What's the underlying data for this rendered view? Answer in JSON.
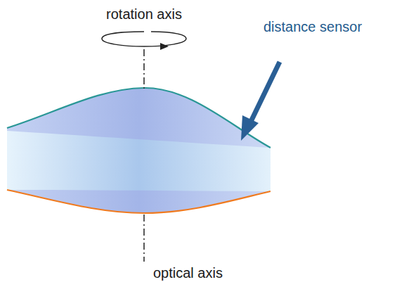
{
  "diagram": {
    "labels": [
      "rotation axis",
      "distance sensor",
      "optical axis"
    ]
  }
}
